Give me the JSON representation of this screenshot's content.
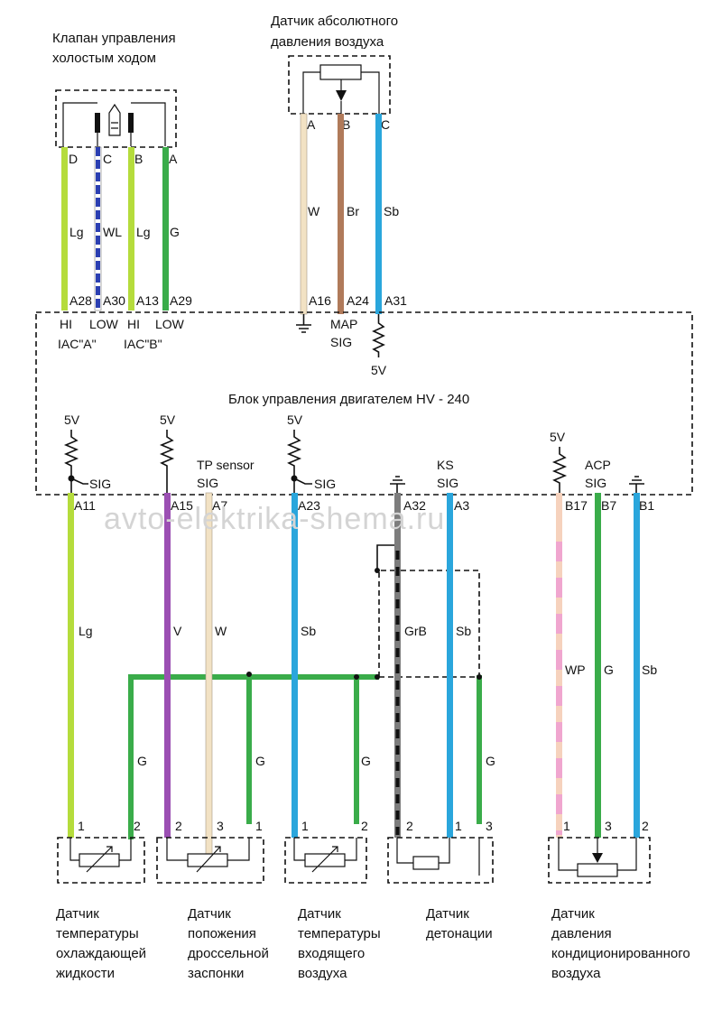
{
  "title": "Блок управления двигателем HV - 240",
  "watermark": "avto-elektrika-shema.ru",
  "colors": {
    "Lg": "#b5dc3c",
    "G": "#3aac4a",
    "WL": "#2b3fb2",
    "W": "#f2e2c4",
    "Br": "#b07a5a",
    "Sb": "#2aa6dc",
    "V": "#9b4fb3",
    "GrB": "#7d7d7d",
    "WP_a": "#f6d2bd",
    "WP_b": "#f0a6cf"
  },
  "top_components": {
    "iac": {
      "title_1": "Клапан управления",
      "title_2": "холостым ходом",
      "pins": [
        "D",
        "C",
        "B",
        "A"
      ]
    },
    "map": {
      "title_1": "Датчик абсолютного",
      "title_2": "давления воздуха",
      "pins": [
        "A",
        "B",
        "C"
      ]
    }
  },
  "ecu": {
    "top_pins": [
      "A28",
      "A30",
      "A13",
      "A29",
      "A16",
      "A24",
      "A31"
    ],
    "bottom_pins": [
      "A11",
      "A15",
      "A7",
      "A23",
      "A32",
      "A3",
      "B17",
      "B7",
      "B1"
    ],
    "labels": {
      "hi1": "HI",
      "low1": "LOW",
      "hi2": "HI",
      "low2": "LOW",
      "iac_a": "IAC\"A\"",
      "iac_b": "IAC\"B\"",
      "map": "MAP",
      "map_sig": "SIG",
      "map_5v": "5V",
      "v5_a": "5V",
      "v5_b": "5V",
      "v5_c": "5V",
      "v5_d": "5V",
      "sig_a": "SIG",
      "tp_sensor": "TP sensor",
      "sig_b": "SIG",
      "sig_c": "SIG",
      "ks": "KS",
      "ks_sig": "SIG",
      "acp": "ACP",
      "acp_sig": "SIG"
    }
  },
  "wire_codes": {
    "iac_d": "Lg",
    "iac_c": "WL",
    "iac_b": "Lg",
    "iac_a": "G",
    "map_a": "W",
    "map_b": "Br",
    "map_c": "Sb",
    "a11": "Lg",
    "a15": "V",
    "a7": "W",
    "a23": "Sb",
    "a32": "GrB",
    "a3": "Sb",
    "b17": "WP",
    "b7": "G",
    "b1": "Sb",
    "g1": "G",
    "g2": "G",
    "g3": "G",
    "g4": "G"
  },
  "sensors": [
    {
      "pins": [
        "1",
        "2"
      ],
      "caption": [
        "Датчик",
        "температуры",
        "охлаждающей",
        "жидкости"
      ]
    },
    {
      "pins": [
        "2",
        "3",
        "1"
      ],
      "caption": [
        "Датчик",
        "попожения",
        "дроссельной",
        "заспонки"
      ]
    },
    {
      "pins": [
        "1",
        "2"
      ],
      "caption": [
        "Датчик",
        "температуры",
        "входящего",
        "воздуха"
      ]
    },
    {
      "pins": [
        "2",
        "1",
        "3"
      ],
      "caption": [
        "Датчик",
        "детонации"
      ]
    },
    {
      "pins": [
        "1",
        "3",
        "2"
      ],
      "caption": [
        "Датчик",
        "давления",
        "кондиционированного",
        "воздуха"
      ]
    }
  ]
}
